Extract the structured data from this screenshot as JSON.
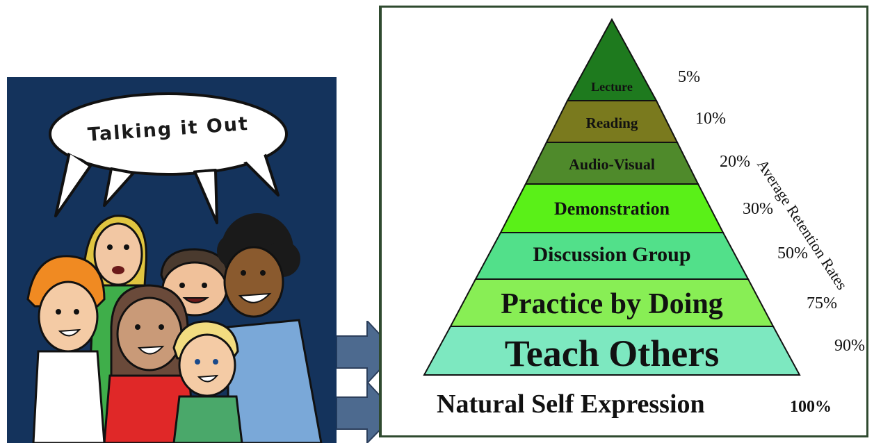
{
  "cartoon": {
    "bubble_text": "Talking it Out"
  },
  "diagram": {
    "axis_title": "Average Retention Rates",
    "tiers": [
      {
        "label": "Lecture",
        "pct": "5%",
        "color": "#1e7a1e"
      },
      {
        "label": "Reading",
        "pct": "10%",
        "color": "#7a7a1e"
      },
      {
        "label": "Audio-Visual",
        "pct": "20%",
        "color": "#4f8a2b"
      },
      {
        "label": "Demonstration",
        "pct": "30%",
        "color": "#5af018"
      },
      {
        "label": "Discussion Group",
        "pct": "50%",
        "color": "#52e08a"
      },
      {
        "label": "Practice by Doing",
        "pct": "75%",
        "color": "#88ee55"
      },
      {
        "label": "Teach Others",
        "pct": "90%",
        "color": "#7de8c0"
      }
    ],
    "base": {
      "label": "Natural Self Expression",
      "pct": "100%"
    }
  },
  "colors": {
    "cartoon_background": "#14335c",
    "arrow": "#4d6a8f",
    "frame_border": "#2f4a2f"
  }
}
